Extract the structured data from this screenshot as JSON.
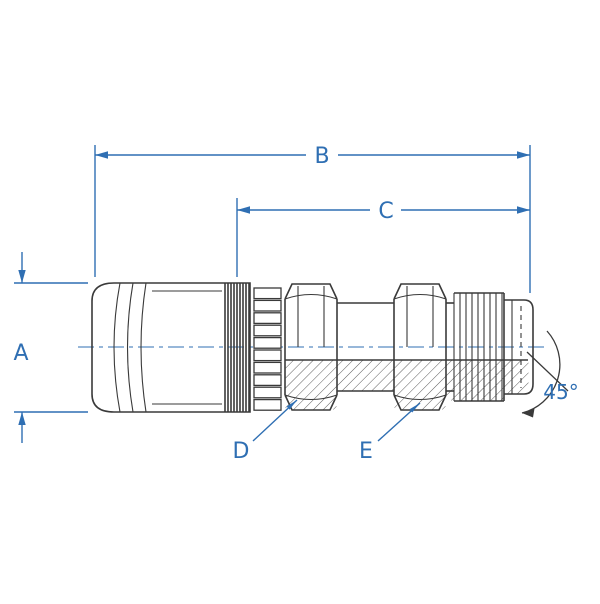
{
  "drawing": {
    "kind": "hydraulic-fitting-dimension-diagram",
    "labels": {
      "dim_a": "A",
      "dim_b": "B",
      "dim_c": "C",
      "callout_d": "D",
      "callout_e": "E",
      "angle": "45°"
    },
    "colors": {
      "annotation_blue": "#2f6fb3",
      "drawing_line": "#3a3a3a",
      "background": "#ffffff"
    }
  }
}
